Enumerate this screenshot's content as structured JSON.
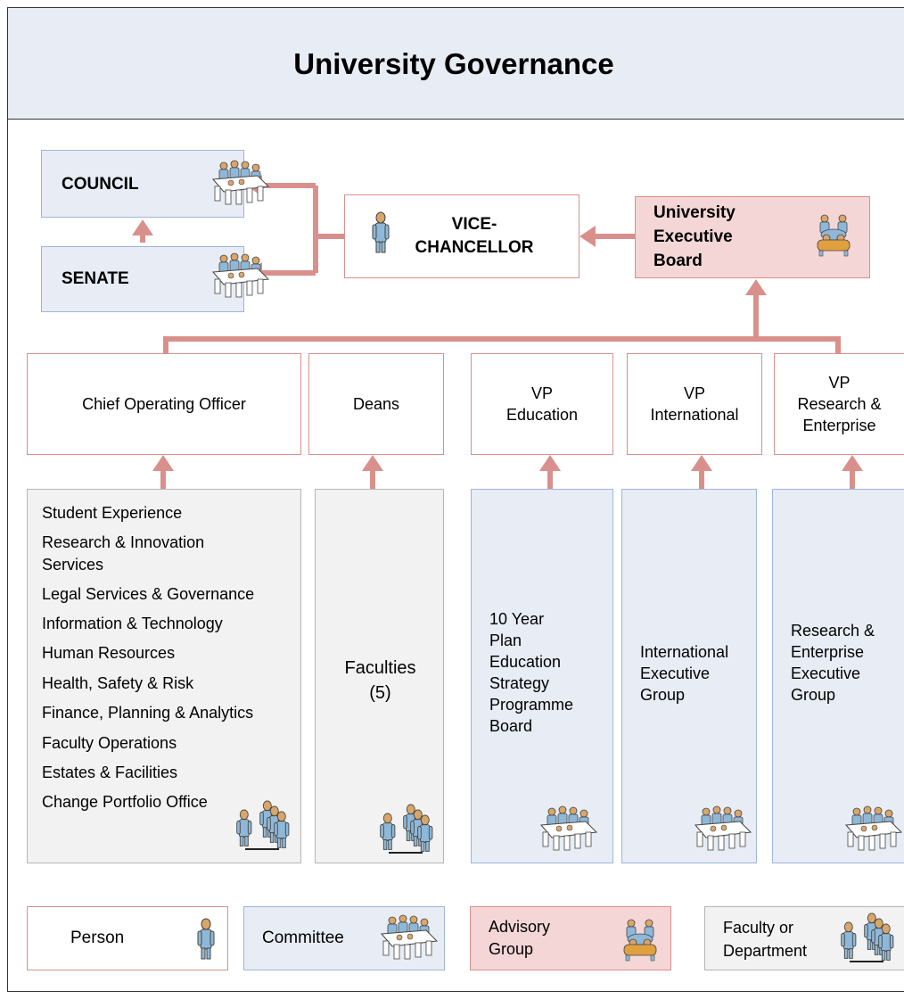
{
  "title": "University Governance",
  "top": {
    "council": "COUNCIL",
    "senate": "SENATE",
    "vc_line1": "VICE-",
    "vc_line2": "CHANCELLOR",
    "ueb_line1": "University",
    "ueb_line2": "Executive",
    "ueb_line3": "Board"
  },
  "roles": {
    "coo": "Chief Operating Officer",
    "deans": "Deans",
    "vp_edu_1": "VP",
    "vp_edu_2": "Education",
    "vp_int_1": "VP",
    "vp_int_2": "International",
    "vp_re_1": "VP",
    "vp_re_2": "Research &",
    "vp_re_3": "Enterprise"
  },
  "coo_departments": [
    "Student Experience",
    "Research & Innovation",
    "Services",
    "Legal Services & Governance",
    "Information & Technology",
    "Human Resources",
    "Health, Safety & Risk",
    "Finance, Planning & Analytics",
    "Faculty Operations",
    "Estates & Facilities",
    "Change Portfolio Office"
  ],
  "faculties": {
    "line1": "Faculties",
    "line2": "(5)"
  },
  "edu_group": [
    "10 Year",
    "Plan",
    "Education",
    "Strategy",
    "Programme",
    "Board"
  ],
  "int_group": [
    "International",
    "Executive",
    "Group"
  ],
  "re_group": [
    "Research &",
    "Enterprise",
    "Executive",
    "Group"
  ],
  "legend": {
    "person": "Person",
    "committee": "Committee",
    "advisory_1": "Advisory",
    "advisory_2": "Group",
    "faculty_1": "Faculty or",
    "faculty_2": "Department"
  },
  "colors": {
    "connector": "#d9908c",
    "person_border": "#d9908c",
    "committee_fill": "#e7ecf5",
    "advisory_fill": "#f4d6d6",
    "faculty_fill": "#f2f2f2"
  },
  "icons": [
    "person-icon",
    "committee-icon",
    "advisory-group-icon",
    "department-icon"
  ]
}
